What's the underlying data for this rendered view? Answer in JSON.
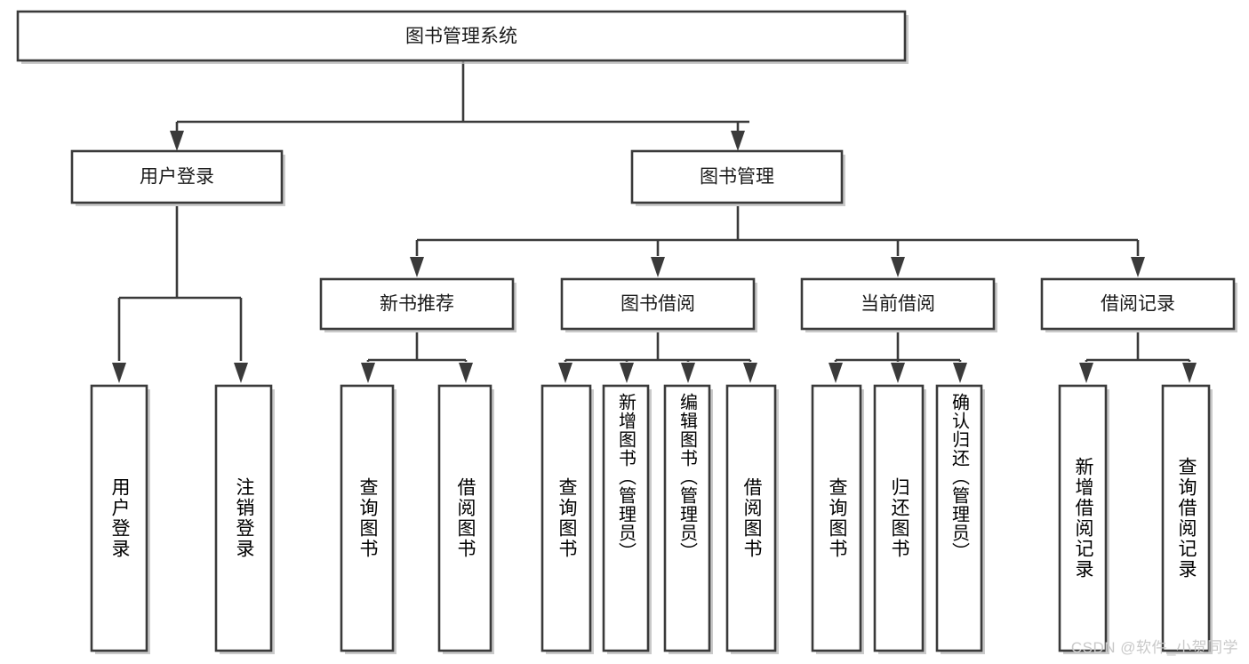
{
  "diagram": {
    "type": "hierarchy-tree",
    "title": "图书管理系统",
    "orientation": "top-down",
    "watermark": "CSDN @软件_小贺同学",
    "colors": {
      "box_stroke": "#3a3a3a",
      "box_fill": "#ffffff",
      "connector": "#3a3a3a",
      "text": "#1b1b1b",
      "watermark": "#c9c9c9",
      "background": "#ffffff"
    },
    "levels": {
      "root": {
        "label": "图书管理系统"
      },
      "level2": [
        {
          "id": "user-login",
          "label": "用户登录"
        },
        {
          "id": "book-management",
          "label": "图书管理"
        }
      ],
      "level3": [
        {
          "id": "new-book-recommend",
          "label": "新书推荐",
          "parent": "book-management"
        },
        {
          "id": "book-borrow",
          "label": "图书借阅",
          "parent": "book-management"
        },
        {
          "id": "current-borrow",
          "label": "当前借阅",
          "parent": "book-management"
        },
        {
          "id": "borrow-record",
          "label": "借阅记录",
          "parent": "book-management"
        }
      ],
      "leaves": [
        {
          "id": "leaf-user-login",
          "label": "用户登录",
          "parent": "user-login"
        },
        {
          "id": "leaf-logout-login",
          "label": "注销登录",
          "parent": "user-login"
        },
        {
          "id": "leaf-query-book-1",
          "label": "查询图书",
          "parent": "new-book-recommend"
        },
        {
          "id": "leaf-borrow-book-1",
          "label": "借阅图书",
          "parent": "new-book-recommend"
        },
        {
          "id": "leaf-query-book-2",
          "label": "查询图书",
          "parent": "book-borrow"
        },
        {
          "id": "leaf-add-book",
          "label": "新增图书（管理员）",
          "parent": "book-borrow"
        },
        {
          "id": "leaf-edit-book",
          "label": "编辑图书（管理员）",
          "parent": "book-borrow"
        },
        {
          "id": "leaf-borrow-book-2",
          "label": "借阅图书",
          "parent": "book-borrow"
        },
        {
          "id": "leaf-query-book-3",
          "label": "查询图书",
          "parent": "current-borrow"
        },
        {
          "id": "leaf-return-book",
          "label": "归还图书",
          "parent": "current-borrow"
        },
        {
          "id": "leaf-confirm-return",
          "label": "确认归还（管理员）",
          "parent": "current-borrow"
        },
        {
          "id": "leaf-add-record",
          "label": "新增借阅记录",
          "parent": "borrow-record"
        },
        {
          "id": "leaf-query-record",
          "label": "查询借阅记录",
          "parent": "borrow-record"
        }
      ]
    }
  }
}
